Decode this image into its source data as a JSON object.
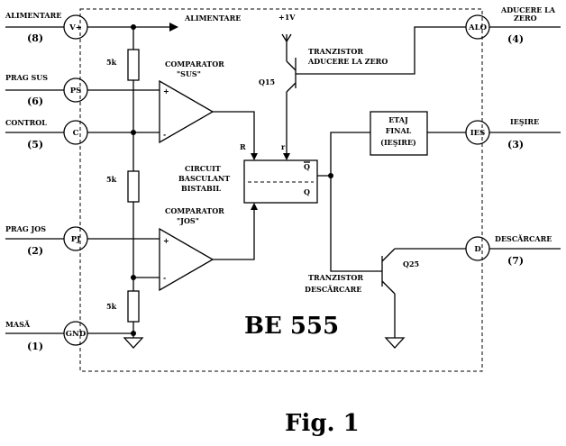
{
  "chip_name": "BE 555",
  "figure_caption": "Fig. 1",
  "pins": {
    "vcc": {
      "label": "ALIMENTARE",
      "num": "(8)",
      "node": "V+"
    },
    "thresh": {
      "label": "PRAG SUS",
      "num": "(6)",
      "node": "PS"
    },
    "ctrl": {
      "label": "CONTROL",
      "num": "(5)",
      "node": "C"
    },
    "trig": {
      "label": "PRAG JOS",
      "num": "(2)",
      "node": "PJ"
    },
    "gnd": {
      "label": "MASĂ",
      "num": "(1)",
      "node": "GND"
    },
    "reset": {
      "label_line1": "ADUCERE LA",
      "label_line2": "ZERO",
      "num": "(4)",
      "node": "ALO"
    },
    "out": {
      "label": "IEŞIRE",
      "num": "(3)",
      "node": "IES"
    },
    "disch": {
      "label": "DESCĂRCARE",
      "num": "(7)",
      "node": "D"
    }
  },
  "internal": {
    "supply_arrow_label": "ALIMENTARE",
    "supply_v": "+1V",
    "resistor_label": "5k",
    "comp_sus_line1": "COMPARATOR",
    "comp_sus_line2": "\"SUS\"",
    "comp_jos_line1": "COMPARATOR",
    "comp_jos_line2": "\"JOS\"",
    "flipflop_line1": "CIRCUIT",
    "flipflop_line2": "BASCULANT",
    "flipflop_line3": "BISTABIL",
    "ff_r_in": "R",
    "ff_r_top": "r",
    "ff_qbar": "Q",
    "ff_q": "Q",
    "q15_label": "Q15",
    "q15_name_line1": "TRANZISTOR",
    "q15_name_line2": "ADUCERE LA ZERO",
    "q25_label": "Q25",
    "q25_name_line1": "TRANZISTOR",
    "q25_name_line2": "DESCĂRCARE",
    "stage_line1": "ETAJ",
    "stage_line2": "FINAL",
    "stage_line3": "(IEŞIRE)",
    "plus_sign": "+",
    "minus_sign": "-"
  }
}
